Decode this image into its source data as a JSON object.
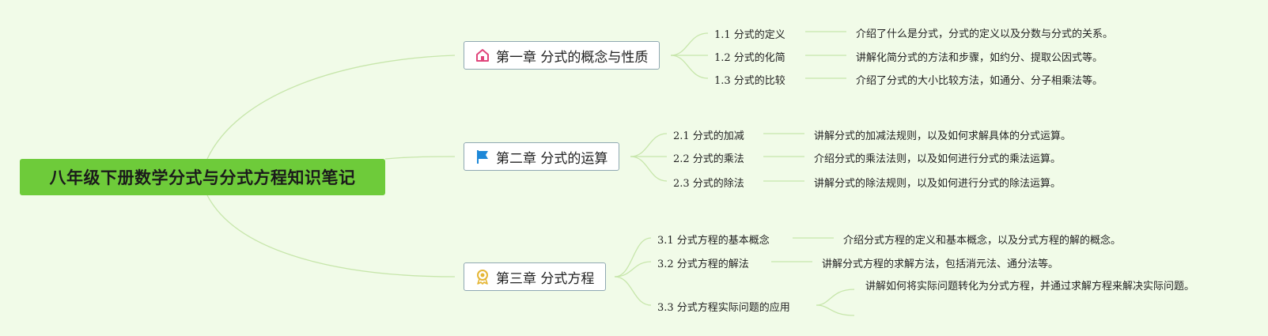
{
  "root": {
    "title": "八年级下册数学分式与分式方程知识笔记"
  },
  "chapters": [
    {
      "title": "第一章 分式的概念与性质",
      "icon": "house-icon",
      "items": [
        {
          "label": "1.1 分式的定义",
          "desc": "介绍了什么是分式，分式的定义以及分数与分式的关系。"
        },
        {
          "label": "1.2 分式的化简",
          "desc": "讲解化简分式的方法和步骤，如约分、提取公因式等。"
        },
        {
          "label": "1.3 分式的比较",
          "desc": "介绍了分式的大小比较方法，如通分、分子相乘法等。"
        }
      ]
    },
    {
      "title": "第二章 分式的运算",
      "icon": "flag-icon",
      "items": [
        {
          "label": "2.1 分式的加减",
          "desc": "讲解分式的加减法规则，以及如何求解具体的分式运算。"
        },
        {
          "label": "2.2 分式的乘法",
          "desc": "介绍分式的乘法法则，以及如何进行分式的乘法运算。"
        },
        {
          "label": "2.3 分式的除法",
          "desc": "讲解分式的除法规则，以及如何进行分式的除法运算。"
        }
      ]
    },
    {
      "title": "第三章 分式方程",
      "icon": "medal-icon",
      "items": [
        {
          "label": "3.1 分式方程的基本概念",
          "desc": "介绍分式方程的定义和基本概念，以及分式方程的解的概念。"
        },
        {
          "label": "3.2 分式方程的解法",
          "desc": "讲解分式方程的求解方法，包括消元法、通分法等。"
        },
        {
          "label": "3.3 分式方程实际问题的应用",
          "desc": "讲解如何将实际问题转化为分式方程，并通过求解方程来解决实际问题。"
        }
      ]
    }
  ],
  "colors": {
    "background": "#f1fbe8",
    "root_fill": "#6ecb3a",
    "connector": "#c7e6ab",
    "chapter_border": "#8fa8b2",
    "house_icon": "#e0457b",
    "flag_icon": "#1e88d8",
    "medal_icon": "#e5b635"
  }
}
